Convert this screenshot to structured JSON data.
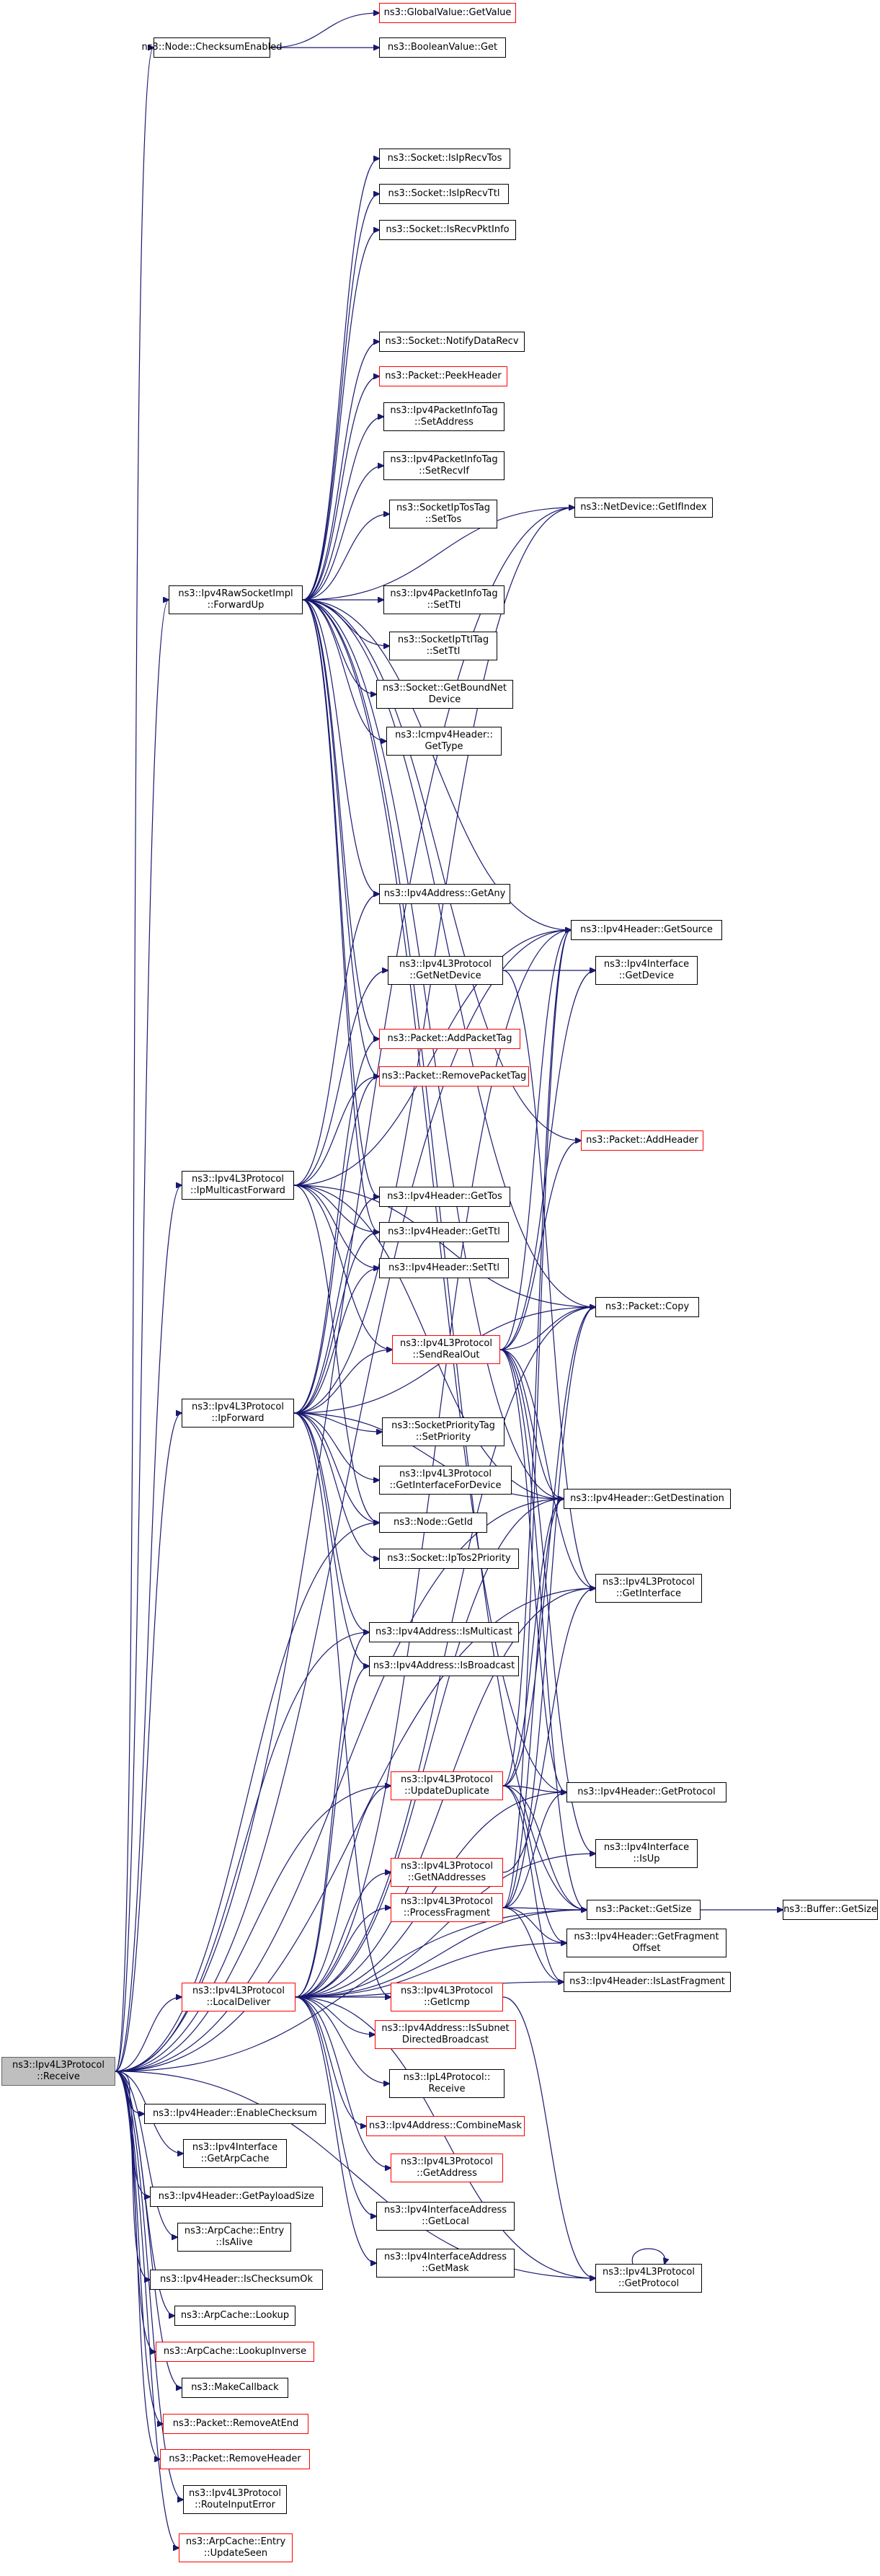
{
  "graph": {
    "edge_color": "#191970",
    "linked_border_color": "#ff0000",
    "root_fill": "#bfbfbf",
    "nodes": [
      {
        "id": "root",
        "lines": [
          "ns3::Ipv4L3Protocol",
          "::Receive"
        ],
        "style": "root"
      },
      {
        "id": "checksumEnabled",
        "lines": [
          "ns3::Node::ChecksumEnabled"
        ],
        "style": "black"
      },
      {
        "id": "globalValueGet",
        "lines": [
          "ns3::GlobalValue::GetValue"
        ],
        "style": "red"
      },
      {
        "id": "booleanValueGet",
        "lines": [
          "ns3::BooleanValue::Get"
        ],
        "style": "black"
      },
      {
        "id": "isIpRecvTos",
        "lines": [
          "ns3::Socket::IsIpRecvTos"
        ],
        "style": "black"
      },
      {
        "id": "isIpRecvTtl",
        "lines": [
          "ns3::Socket::IsIpRecvTtl"
        ],
        "style": "black"
      },
      {
        "id": "isRecvPktInfo",
        "lines": [
          "ns3::Socket::IsRecvPktInfo"
        ],
        "style": "black"
      },
      {
        "id": "notifyDataRecv",
        "lines": [
          "ns3::Socket::NotifyDataRecv"
        ],
        "style": "black"
      },
      {
        "id": "peekHeader",
        "lines": [
          "ns3::Packet::PeekHeader"
        ],
        "style": "red"
      },
      {
        "id": "pktInfoSetAddress",
        "lines": [
          "ns3::Ipv4PacketInfoTag",
          "::SetAddress"
        ],
        "style": "black"
      },
      {
        "id": "pktInfoSetRecvIf",
        "lines": [
          "ns3::Ipv4PacketInfoTag",
          "::SetRecvIf"
        ],
        "style": "black"
      },
      {
        "id": "ipTosSetTos",
        "lines": [
          "ns3::SocketIpTosTag",
          "::SetTos"
        ],
        "style": "black"
      },
      {
        "id": "netDeviceGetIfIndex",
        "lines": [
          "ns3::NetDevice::GetIfIndex"
        ],
        "style": "black"
      },
      {
        "id": "forwardUp",
        "lines": [
          "ns3::Ipv4RawSocketImpl",
          "::ForwardUp"
        ],
        "style": "black"
      },
      {
        "id": "pktInfoSetTtl",
        "lines": [
          "ns3::Ipv4PacketInfoTag",
          "::SetTtl"
        ],
        "style": "black"
      },
      {
        "id": "ipTtlSetTtl",
        "lines": [
          "ns3::SocketIpTtlTag",
          "::SetTtl"
        ],
        "style": "black"
      },
      {
        "id": "getBoundNetDevice",
        "lines": [
          "ns3::Socket::GetBoundNet",
          "Device"
        ],
        "style": "black"
      },
      {
        "id": "icmpGetType",
        "lines": [
          "ns3::Icmpv4Header::",
          "GetType"
        ],
        "style": "black"
      },
      {
        "id": "ipv4AddrGetAny",
        "lines": [
          "ns3::Ipv4Address::GetAny"
        ],
        "style": "black"
      },
      {
        "id": "hdrGetSource",
        "lines": [
          "ns3::Ipv4Header::GetSource"
        ],
        "style": "black"
      },
      {
        "id": "getNetDevice",
        "lines": [
          "ns3::Ipv4L3Protocol",
          "::GetNetDevice"
        ],
        "style": "black"
      },
      {
        "id": "ifGetDevice",
        "lines": [
          "ns3::Ipv4Interface",
          "::GetDevice"
        ],
        "style": "black"
      },
      {
        "id": "addPacketTag",
        "lines": [
          "ns3::Packet::AddPacketTag"
        ],
        "style": "red"
      },
      {
        "id": "removePacketTag",
        "lines": [
          "ns3::Packet::RemovePacketTag"
        ],
        "style": "red"
      },
      {
        "id": "addHeader",
        "lines": [
          "ns3::Packet::AddHeader"
        ],
        "style": "red"
      },
      {
        "id": "ipMulticastForward",
        "lines": [
          "ns3::Ipv4L3Protocol",
          "::IpMulticastForward"
        ],
        "style": "black"
      },
      {
        "id": "hdrGetTos",
        "lines": [
          "ns3::Ipv4Header::GetTos"
        ],
        "style": "black"
      },
      {
        "id": "hdrGetTtl",
        "lines": [
          "ns3::Ipv4Header::GetTtl"
        ],
        "style": "black"
      },
      {
        "id": "hdrSetTtl",
        "lines": [
          "ns3::Ipv4Header::SetTtl"
        ],
        "style": "black"
      },
      {
        "id": "packetCopy",
        "lines": [
          "ns3::Packet::Copy"
        ],
        "style": "black"
      },
      {
        "id": "sendRealOut",
        "lines": [
          "ns3::Ipv4L3Protocol",
          "::SendRealOut"
        ],
        "style": "red"
      },
      {
        "id": "ipForward",
        "lines": [
          "ns3::Ipv4L3Protocol",
          "::IpForward"
        ],
        "style": "black"
      },
      {
        "id": "prioSetPriority",
        "lines": [
          "ns3::SocketPriorityTag",
          "::SetPriority"
        ],
        "style": "black"
      },
      {
        "id": "getInterfaceForDevice",
        "lines": [
          "ns3::Ipv4L3Protocol",
          "::GetInterfaceForDevice"
        ],
        "style": "black"
      },
      {
        "id": "hdrGetDestination",
        "lines": [
          "ns3::Ipv4Header::GetDestination"
        ],
        "style": "black"
      },
      {
        "id": "nodeGetId",
        "lines": [
          "ns3::Node::GetId"
        ],
        "style": "black"
      },
      {
        "id": "ipTos2Priority",
        "lines": [
          "ns3::Socket::IpTos2Priority"
        ],
        "style": "black"
      },
      {
        "id": "getInterface",
        "lines": [
          "ns3::Ipv4L3Protocol",
          "::GetInterface"
        ],
        "style": "black"
      },
      {
        "id": "isMulticast",
        "lines": [
          "ns3::Ipv4Address::IsMulticast"
        ],
        "style": "black"
      },
      {
        "id": "isBroadcast",
        "lines": [
          "ns3::Ipv4Address::IsBroadcast"
        ],
        "style": "black"
      },
      {
        "id": "updateDuplicate",
        "lines": [
          "ns3::Ipv4L3Protocol",
          "::UpdateDuplicate"
        ],
        "style": "red"
      },
      {
        "id": "hdrGetProtocol",
        "lines": [
          "ns3::Ipv4Header::GetProtocol"
        ],
        "style": "black"
      },
      {
        "id": "getNAddresses",
        "lines": [
          "ns3::Ipv4L3Protocol",
          "::GetNAddresses"
        ],
        "style": "red"
      },
      {
        "id": "ifIsUp",
        "lines": [
          "ns3::Ipv4Interface",
          "::IsUp"
        ],
        "style": "black"
      },
      {
        "id": "packetGetSize",
        "lines": [
          "ns3::Packet::GetSize"
        ],
        "style": "black"
      },
      {
        "id": "bufferGetSize",
        "lines": [
          "ns3::Buffer::GetSize"
        ],
        "style": "black"
      },
      {
        "id": "processFragment",
        "lines": [
          "ns3::Ipv4L3Protocol",
          "::ProcessFragment"
        ],
        "style": "red"
      },
      {
        "id": "hdrGetFragOffset",
        "lines": [
          "ns3::Ipv4Header::GetFragment",
          "Offset"
        ],
        "style": "black"
      },
      {
        "id": "localDeliver",
        "lines": [
          "ns3::Ipv4L3Protocol",
          "::LocalDeliver"
        ],
        "style": "red"
      },
      {
        "id": "getIcmp",
        "lines": [
          "ns3::Ipv4L3Protocol",
          "::GetIcmp"
        ],
        "style": "red"
      },
      {
        "id": "hdrIsLastFragment",
        "lines": [
          "ns3::Ipv4Header::IsLastFragment"
        ],
        "style": "black"
      },
      {
        "id": "isSubnetBroadcast",
        "lines": [
          "ns3::Ipv4Address::IsSubnet",
          "DirectedBroadcast"
        ],
        "style": "red"
      },
      {
        "id": "ipL4Receive",
        "lines": [
          "ns3::IpL4Protocol::",
          "Receive"
        ],
        "style": "black"
      },
      {
        "id": "combineMask",
        "lines": [
          "ns3::Ipv4Address::CombineMask"
        ],
        "style": "red"
      },
      {
        "id": "getAddress",
        "lines": [
          "ns3::Ipv4L3Protocol",
          "::GetAddress"
        ],
        "style": "red"
      },
      {
        "id": "ifAddrGetLocal",
        "lines": [
          "ns3::Ipv4InterfaceAddress",
          "::GetLocal"
        ],
        "style": "black"
      },
      {
        "id": "ifAddrGetMask",
        "lines": [
          "ns3::Ipv4InterfaceAddress",
          "::GetMask"
        ],
        "style": "black"
      },
      {
        "id": "l3GetProtocol",
        "lines": [
          "ns3::Ipv4L3Protocol",
          "::GetProtocol"
        ],
        "style": "black"
      },
      {
        "id": "enableChecksum",
        "lines": [
          "ns3::Ipv4Header::EnableChecksum"
        ],
        "style": "black"
      },
      {
        "id": "getArpCache",
        "lines": [
          "ns3::Ipv4Interface",
          "::GetArpCache"
        ],
        "style": "black"
      },
      {
        "id": "hdrGetPayloadSize",
        "lines": [
          "ns3::Ipv4Header::GetPayloadSize"
        ],
        "style": "black"
      },
      {
        "id": "arpEntryIsAlive",
        "lines": [
          "ns3::ArpCache::Entry",
          "::IsAlive"
        ],
        "style": "black"
      },
      {
        "id": "hdrIsChecksumOk",
        "lines": [
          "ns3::Ipv4Header::IsChecksumOk"
        ],
        "style": "black"
      },
      {
        "id": "arpLookup",
        "lines": [
          "ns3::ArpCache::Lookup"
        ],
        "style": "black"
      },
      {
        "id": "arpLookupInverse",
        "lines": [
          "ns3::ArpCache::LookupInverse"
        ],
        "style": "red"
      },
      {
        "id": "makeCallback",
        "lines": [
          "ns3::MakeCallback"
        ],
        "style": "black"
      },
      {
        "id": "removeAtEnd",
        "lines": [
          "ns3::Packet::RemoveAtEnd"
        ],
        "style": "red"
      },
      {
        "id": "removeHeader",
        "lines": [
          "ns3::Packet::RemoveHeader"
        ],
        "style": "red"
      },
      {
        "id": "routeInputError",
        "lines": [
          "ns3::Ipv4L3Protocol",
          "::RouteInputError"
        ],
        "style": "black"
      },
      {
        "id": "arpEntryUpdateSeen",
        "lines": [
          "ns3::ArpCache::Entry",
          "::UpdateSeen"
        ],
        "style": "red"
      }
    ],
    "edges": [
      [
        "root",
        "checksumEnabled"
      ],
      [
        "checksumEnabled",
        "globalValueGet"
      ],
      [
        "checksumEnabled",
        "booleanValueGet"
      ],
      [
        "root",
        "forwardUp"
      ],
      [
        "root",
        "ipMulticastForward"
      ],
      [
        "root",
        "ipForward"
      ],
      [
        "root",
        "localDeliver"
      ],
      [
        "root",
        "updateDuplicate"
      ],
      [
        "root",
        "nodeGetId"
      ],
      [
        "root",
        "isMulticast"
      ],
      [
        "root",
        "hdrGetDestination"
      ],
      [
        "root",
        "enableChecksum"
      ],
      [
        "root",
        "getArpCache"
      ],
      [
        "root",
        "hdrGetPayloadSize"
      ],
      [
        "root",
        "arpEntryIsAlive"
      ],
      [
        "root",
        "hdrIsChecksumOk"
      ],
      [
        "root",
        "arpLookup"
      ],
      [
        "root",
        "arpLookupInverse"
      ],
      [
        "root",
        "makeCallback"
      ],
      [
        "root",
        "removeAtEnd"
      ],
      [
        "root",
        "removeHeader"
      ],
      [
        "root",
        "routeInputError"
      ],
      [
        "root",
        "arpEntryUpdateSeen"
      ],
      [
        "root",
        "netDeviceGetIfIndex"
      ],
      [
        "root",
        "hdrGetSource"
      ],
      [
        "root",
        "packetGetSize"
      ],
      [
        "root",
        "getInterface"
      ],
      [
        "root",
        "l3GetProtocol"
      ],
      [
        "forwardUp",
        "isIpRecvTos"
      ],
      [
        "forwardUp",
        "isIpRecvTtl"
      ],
      [
        "forwardUp",
        "isRecvPktInfo"
      ],
      [
        "forwardUp",
        "notifyDataRecv"
      ],
      [
        "forwardUp",
        "peekHeader"
      ],
      [
        "forwardUp",
        "pktInfoSetAddress"
      ],
      [
        "forwardUp",
        "pktInfoSetRecvIf"
      ],
      [
        "forwardUp",
        "ipTosSetTos"
      ],
      [
        "forwardUp",
        "pktInfoSetTtl"
      ],
      [
        "forwardUp",
        "ipTtlSetTtl"
      ],
      [
        "forwardUp",
        "getBoundNetDevice"
      ],
      [
        "forwardUp",
        "icmpGetType"
      ],
      [
        "forwardUp",
        "ipv4AddrGetAny"
      ],
      [
        "forwardUp",
        "hdrGetSource"
      ],
      [
        "forwardUp",
        "addPacketTag"
      ],
      [
        "forwardUp",
        "removePacketTag"
      ],
      [
        "forwardUp",
        "addHeader"
      ],
      [
        "forwardUp",
        "hdrGetTos"
      ],
      [
        "forwardUp",
        "hdrGetTtl"
      ],
      [
        "forwardUp",
        "packetCopy"
      ],
      [
        "forwardUp",
        "hdrGetDestination"
      ],
      [
        "forwardUp",
        "netDeviceGetIfIndex"
      ],
      [
        "forwardUp",
        "packetGetSize"
      ],
      [
        "forwardUp",
        "hdrGetProtocol"
      ],
      [
        "ipMulticastForward",
        "getNetDevice"
      ],
      [
        "ipMulticastForward",
        "ipv4AddrGetAny"
      ],
      [
        "ipMulticastForward",
        "hdrGetTtl"
      ],
      [
        "ipMulticastForward",
        "hdrSetTtl"
      ],
      [
        "ipMulticastForward",
        "packetCopy"
      ],
      [
        "ipMulticastForward",
        "sendRealOut"
      ],
      [
        "ipMulticastForward",
        "nodeGetId"
      ],
      [
        "ipMulticastForward",
        "hdrGetSource"
      ],
      [
        "ipMulticastForward",
        "hdrGetDestination"
      ],
      [
        "ipMulticastForward",
        "removePacketTag"
      ],
      [
        "getNetDevice",
        "ifGetDevice"
      ],
      [
        "getNetDevice",
        "getInterface"
      ],
      [
        "ipForward",
        "addPacketTag"
      ],
      [
        "ipForward",
        "removePacketTag"
      ],
      [
        "ipForward",
        "hdrGetTos"
      ],
      [
        "ipForward",
        "hdrGetTtl"
      ],
      [
        "ipForward",
        "hdrSetTtl"
      ],
      [
        "ipForward",
        "packetCopy"
      ],
      [
        "ipForward",
        "sendRealOut"
      ],
      [
        "ipForward",
        "prioSetPriority"
      ],
      [
        "ipForward",
        "getInterfaceForDevice"
      ],
      [
        "ipForward",
        "hdrGetDestination"
      ],
      [
        "ipForward",
        "nodeGetId"
      ],
      [
        "ipForward",
        "ipTos2Priority"
      ],
      [
        "ipForward",
        "isMulticast"
      ],
      [
        "ipForward",
        "isBroadcast"
      ],
      [
        "ipForward",
        "getIcmp"
      ],
      [
        "ipForward",
        "netDeviceGetIfIndex"
      ],
      [
        "sendRealOut",
        "hdrGetSource"
      ],
      [
        "sendRealOut",
        "ifGetDevice"
      ],
      [
        "sendRealOut",
        "addHeader"
      ],
      [
        "sendRealOut",
        "packetCopy"
      ],
      [
        "sendRealOut",
        "hdrGetDestination"
      ],
      [
        "sendRealOut",
        "getInterface"
      ],
      [
        "sendRealOut",
        "hdrGetProtocol"
      ],
      [
        "sendRealOut",
        "ifIsUp"
      ],
      [
        "sendRealOut",
        "packetGetSize"
      ],
      [
        "updateDuplicate",
        "hdrGetSource"
      ],
      [
        "updateDuplicate",
        "hdrGetDestination"
      ],
      [
        "updateDuplicate",
        "hdrGetProtocol"
      ],
      [
        "updateDuplicate",
        "packetCopy"
      ],
      [
        "updateDuplicate",
        "packetGetSize"
      ],
      [
        "updateDuplicate",
        "hdrGetFragOffset"
      ],
      [
        "updateDuplicate",
        "hdrIsLastFragment"
      ],
      [
        "getNAddresses",
        "getInterface"
      ],
      [
        "processFragment",
        "packetGetSize"
      ],
      [
        "processFragment",
        "hdrGetFragOffset"
      ],
      [
        "processFragment",
        "hdrIsLastFragment"
      ],
      [
        "processFragment",
        "packetCopy"
      ],
      [
        "processFragment",
        "hdrGetDestination"
      ],
      [
        "processFragment",
        "hdrGetSource"
      ],
      [
        "processFragment",
        "hdrGetProtocol"
      ],
      [
        "packetGetSize",
        "bufferGetSize"
      ],
      [
        "localDeliver",
        "isMulticast"
      ],
      [
        "localDeliver",
        "isBroadcast"
      ],
      [
        "localDeliver",
        "updateDuplicate"
      ],
      [
        "localDeliver",
        "getNAddresses"
      ],
      [
        "localDeliver",
        "processFragment"
      ],
      [
        "localDeliver",
        "getIcmp"
      ],
      [
        "localDeliver",
        "isSubnetBroadcast"
      ],
      [
        "localDeliver",
        "ipL4Receive"
      ],
      [
        "localDeliver",
        "combineMask"
      ],
      [
        "localDeliver",
        "getAddress"
      ],
      [
        "localDeliver",
        "ifAddrGetLocal"
      ],
      [
        "localDeliver",
        "ifAddrGetMask"
      ],
      [
        "localDeliver",
        "l3GetProtocol"
      ],
      [
        "localDeliver",
        "hdrGetProtocol"
      ],
      [
        "localDeliver",
        "hdrGetDestination"
      ],
      [
        "localDeliver",
        "hdrGetSource"
      ],
      [
        "localDeliver",
        "packetCopy"
      ],
      [
        "localDeliver",
        "packetGetSize"
      ],
      [
        "localDeliver",
        "getInterface"
      ],
      [
        "localDeliver",
        "hdrGetFragOffset"
      ],
      [
        "localDeliver",
        "hdrIsLastFragment"
      ],
      [
        "localDeliver",
        "ifIsUp"
      ],
      [
        "getIcmp",
        "l3GetProtocol"
      ],
      [
        "l3GetProtocol",
        "l3GetProtocol"
      ]
    ]
  }
}
